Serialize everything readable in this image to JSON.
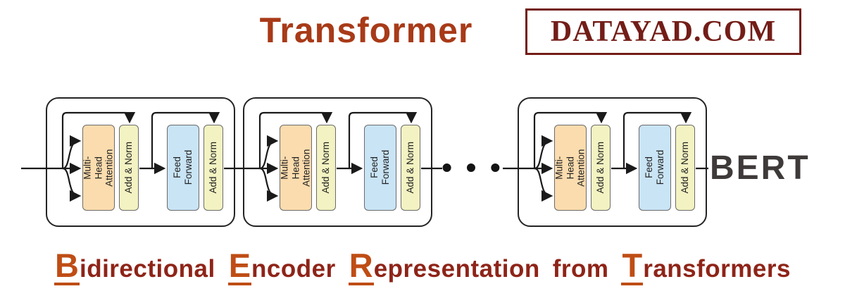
{
  "header": {
    "title": "Transformer",
    "brand": "DATAYAD.COM"
  },
  "diagram": {
    "layer_labels": {
      "mha": "Multi-Head Attention",
      "add_norm": "Add & Norm",
      "ff": "Feed Forward"
    },
    "ellipsis": "• • •",
    "model_label": "BERT",
    "num_visible_blocks": 3
  },
  "caption": {
    "full_text": "Bidirectional Encoder Representation from Transformers",
    "words": [
      {
        "lead": "B",
        "rest": "idirectional"
      },
      {
        "lead": "E",
        "rest": "ncoder"
      },
      {
        "lead": "R",
        "rest": "epresentation"
      },
      {
        "lead": "",
        "rest": "from"
      },
      {
        "lead": "T",
        "rest": "ransformers"
      }
    ]
  },
  "colors": {
    "title": "#a83a18",
    "brand": "#731d18",
    "mha_fill": "#fbdcae",
    "add_norm_fill": "#f2f2c2",
    "ff_fill": "#c9e4f5",
    "line": "#1a1a1a",
    "bert_text": "#3f3a3a",
    "caption_text": "#8e2418",
    "caption_lead": "#bf4d15"
  }
}
